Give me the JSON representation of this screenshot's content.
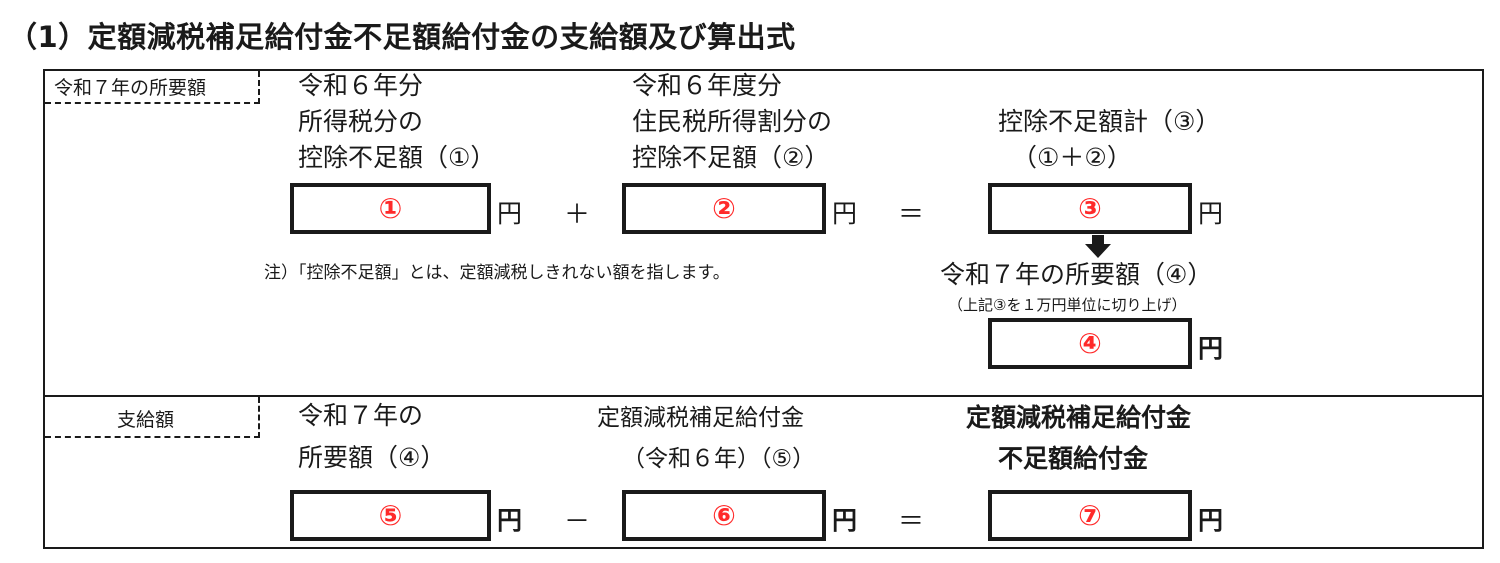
{
  "heading": "（1）定額減税補足給付金不足額給付金の支給額及び算出式",
  "section1": {
    "label": "令和７年の所要額",
    "col1": [
      "令和６年分",
      "所得税分の",
      "控除不足額（①）"
    ],
    "col2": [
      "令和６年度分",
      "住民税所得割分の",
      "控除不足額（②）"
    ],
    "col3": [
      "控除不足額計（③）",
      "（①＋②）"
    ],
    "box1": "①",
    "box2": "②",
    "box3": "③",
    "unit": "円",
    "op_plus": "＋",
    "op_equal": "＝",
    "note": "注）「控除不足額」とは、定額減税しきれない額を指します。",
    "req_label": "令和７年の所要額（④）",
    "req_sub": "（上記③を１万円単位に切り上げ）",
    "box4": "④"
  },
  "section2": {
    "label": "支給額",
    "col1": [
      "令和７年の",
      "所要額（④）"
    ],
    "col2": [
      "定額減税補足給付金",
      "（令和６年）（⑤）"
    ],
    "col3": [
      "定額減税補足給付金",
      "不足額給付金"
    ],
    "box5": "⑤",
    "box6": "⑥",
    "box7": "⑦",
    "unit": "円",
    "op_minus": "－",
    "op_equal": "＝"
  },
  "colors": {
    "accent": "#ff2a2a",
    "border": "#1a1a1a"
  },
  "icons": {
    "down_arrow": "down-arrow-icon"
  }
}
